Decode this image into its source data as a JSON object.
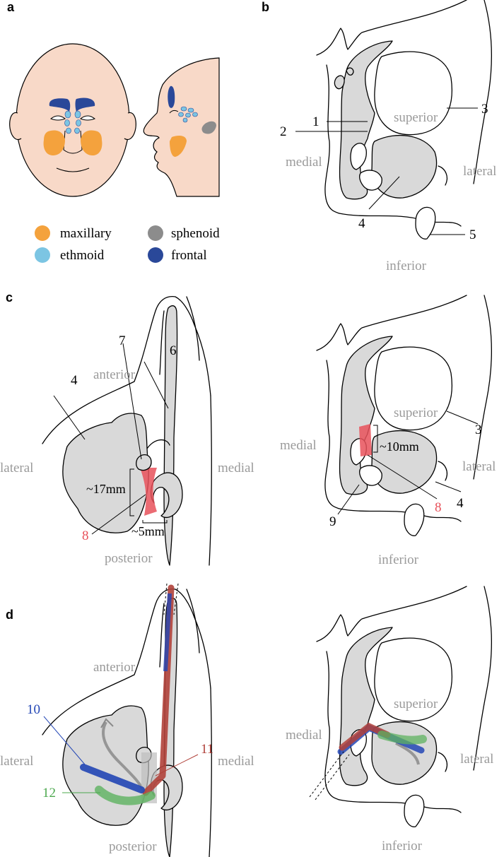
{
  "panels": {
    "a": "a",
    "b": "b",
    "c": "c",
    "d": "d"
  },
  "legend": [
    {
      "label": "maxillary",
      "color": "#f4a23d"
    },
    {
      "label": "sphenoid",
      "color": "#8c8c8c"
    },
    {
      "label": "ethmoid",
      "color": "#7cc5e3"
    },
    {
      "label": "frontal",
      "color": "#2a4899"
    }
  ],
  "colors": {
    "skin": "#f8d9c8",
    "cavity": "#d9d9d9",
    "highlight_red": "#e8515a",
    "tool_blue": "#2346b5",
    "tool_red": "#b0413a",
    "tool_green": "#5db15f"
  },
  "panel_b": {
    "labels": {
      "n1": "1",
      "n2": "2",
      "n3": "3",
      "n4": "4",
      "n5": "5"
    },
    "directions": {
      "superior": "superior",
      "medial": "medial",
      "lateral": "lateral",
      "inferior": "inferior"
    }
  },
  "panel_c_left": {
    "labels": {
      "n4": "4",
      "n6": "6",
      "n7": "7",
      "n8": "8"
    },
    "directions": {
      "anterior": "anterior",
      "lateral": "lateral",
      "medial": "medial",
      "posterior": "posterior"
    },
    "measurements": {
      "height": "~17mm",
      "width": "~5mm"
    }
  },
  "panel_c_right": {
    "labels": {
      "n3": "3",
      "n4": "4",
      "n8": "8",
      "n9": "9"
    },
    "directions": {
      "superior": "superior",
      "medial": "medial",
      "lateral": "lateral",
      "inferior": "inferior"
    },
    "measurements": {
      "height": "~10mm"
    }
  },
  "panel_d_left": {
    "labels": {
      "n10": "10",
      "n11": "11",
      "n12": "12"
    },
    "directions": {
      "anterior": "anterior",
      "lateral": "lateral",
      "medial": "medial",
      "posterior": "posterior"
    }
  },
  "panel_d_right": {
    "directions": {
      "superior": "superior",
      "medial": "medial",
      "lateral": "lateral",
      "inferior": "inferior"
    }
  }
}
